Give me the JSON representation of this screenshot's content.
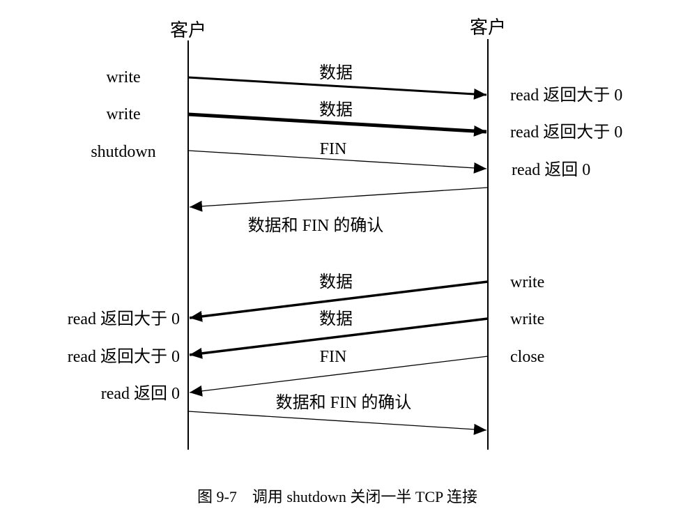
{
  "participants": {
    "left": "客户",
    "right": "客户"
  },
  "messages": [
    {
      "label": "数据",
      "direction": "left-to-right",
      "weight": "bold",
      "left_event": "write",
      "right_event": "read 返回大于 0"
    },
    {
      "label": "数据",
      "direction": "left-to-right",
      "weight": "bold",
      "left_event": "write",
      "right_event": "read 返回大于 0"
    },
    {
      "label": "FIN",
      "direction": "left-to-right",
      "weight": "thin",
      "left_event": "shutdown",
      "right_event": "read 返回 0"
    },
    {
      "label": "数据和 FIN 的确认",
      "direction": "right-to-left",
      "weight": "thin",
      "left_event": "",
      "right_event": ""
    },
    {
      "label": "数据",
      "direction": "right-to-left",
      "weight": "bold",
      "left_event": "read 返回大于 0",
      "right_event": "write"
    },
    {
      "label": "数据",
      "direction": "right-to-left",
      "weight": "bold",
      "left_event": "read 返回大于 0",
      "right_event": "write"
    },
    {
      "label": "FIN",
      "direction": "right-to-left",
      "weight": "thin",
      "left_event": "read 返回 0",
      "right_event": "close"
    },
    {
      "label": "数据和 FIN 的确认",
      "direction": "left-to-right",
      "weight": "thin",
      "left_event": "",
      "right_event": ""
    }
  ],
  "caption": "图 9-7　调用 shutdown 关闭一半 TCP 连接"
}
